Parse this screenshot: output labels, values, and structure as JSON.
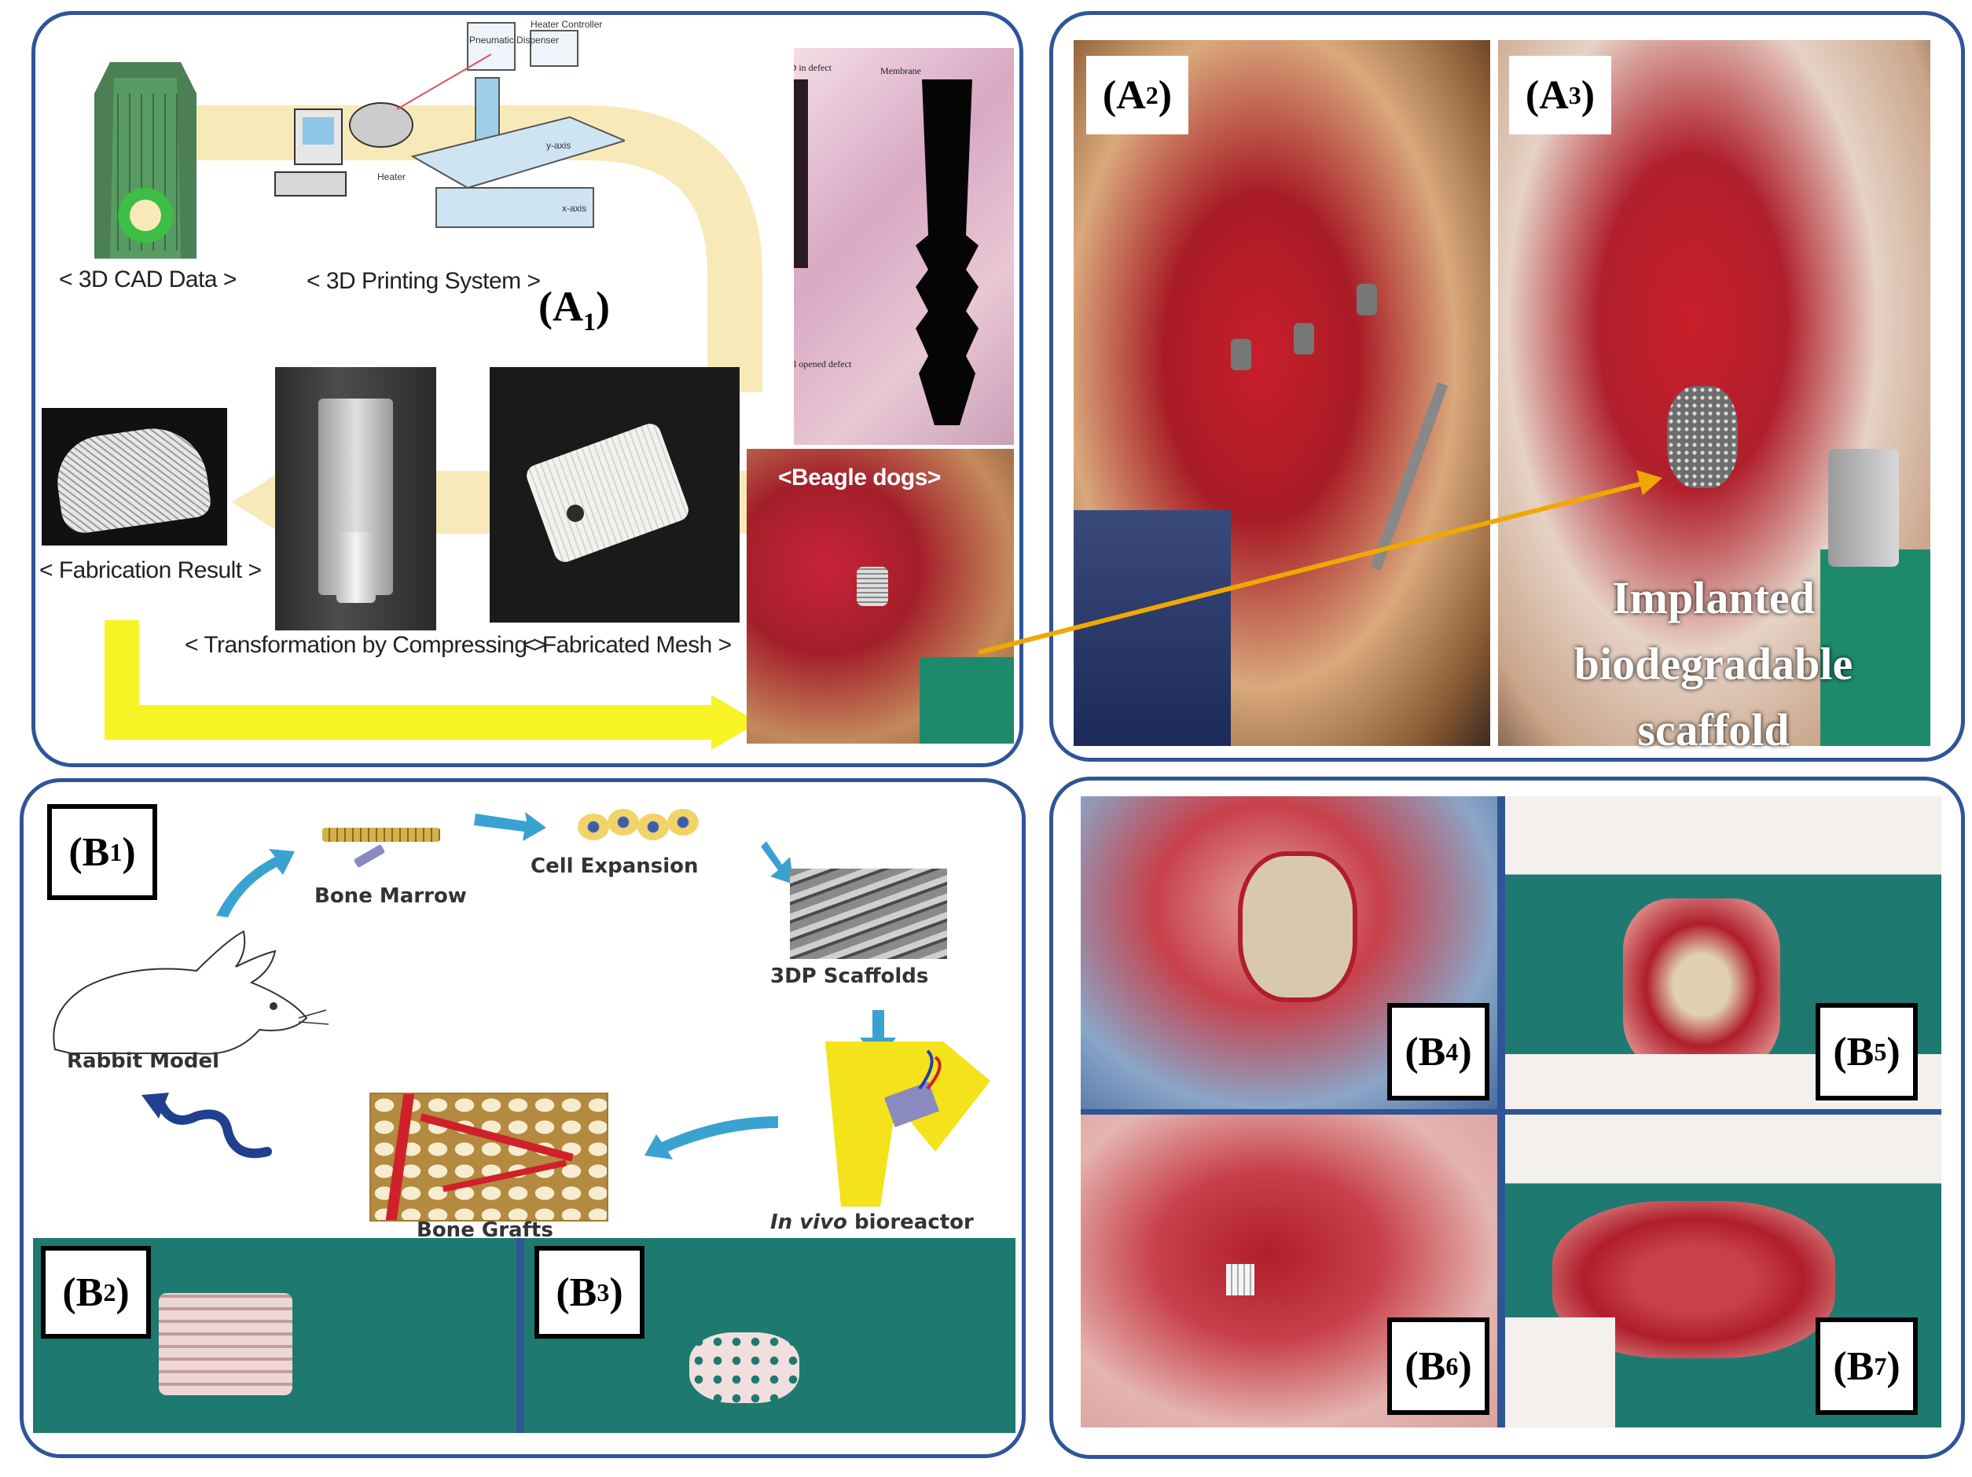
{
  "panel_a1": {
    "label": "(A",
    "label_sub": "1",
    "caption_cad": "< 3D CAD Data >",
    "caption_printing": "< 3D Printing System >",
    "caption_fab_result": "< Fabrication Result >",
    "caption_transform": "< Transformation by Compressing >",
    "caption_mesh": "< Fabricated Mesh >",
    "caption_beagle": "<Beagle dogs>",
    "printer_labels": {
      "dispenser": "Pneumatic Dispenser",
      "heater_controller": "Heater Controller",
      "heater": "Heater",
      "y_axis": "y-axis",
      "x_axis": "x-axis"
    },
    "histology_labels": {
      "top": "BIC & ITBD in defect",
      "membrane": "Membrane",
      "bottom": "Buccal opened defect"
    }
  },
  "panel_a2": {
    "label": "(A",
    "label_sub": "2"
  },
  "panel_a3": {
    "label": "(A",
    "label_sub": "3",
    "annotation": [
      "Implanted",
      "biodegradable",
      "scaffold"
    ]
  },
  "panel_b1": {
    "label": "(B",
    "label_sub": "1",
    "steps": {
      "bone_marrow": "Bone Marrow",
      "cell_expansion": "Cell Expansion",
      "scaffolds": "3DP Scaffolds",
      "bioreactor_italic": "In vivo",
      "bioreactor_rest": " bioreactor",
      "bone_grafts": "Bone Grafts",
      "rabbit": "Rabbit Model"
    }
  },
  "panel_b2": {
    "label": "(B",
    "label_sub": "2"
  },
  "panel_b3": {
    "label": "(B",
    "label_sub": "3"
  },
  "panel_b4": {
    "label": "(B",
    "label_sub": "4"
  },
  "panel_b5": {
    "label": "(B",
    "label_sub": "5"
  },
  "panel_b6": {
    "label": "(B",
    "label_sub": "6"
  },
  "panel_b7": {
    "label": "(B",
    "label_sub": "7"
  },
  "colors": {
    "frame": "#2f5597",
    "flow_arrow": "#f8eab8",
    "yellow_arrow": "#f7f325",
    "orange_arrow": "#f0a800",
    "tissue_red": "#b8202a",
    "surgical_green": "#1e8a6c",
    "step_arrow": "#3aa2d0"
  }
}
